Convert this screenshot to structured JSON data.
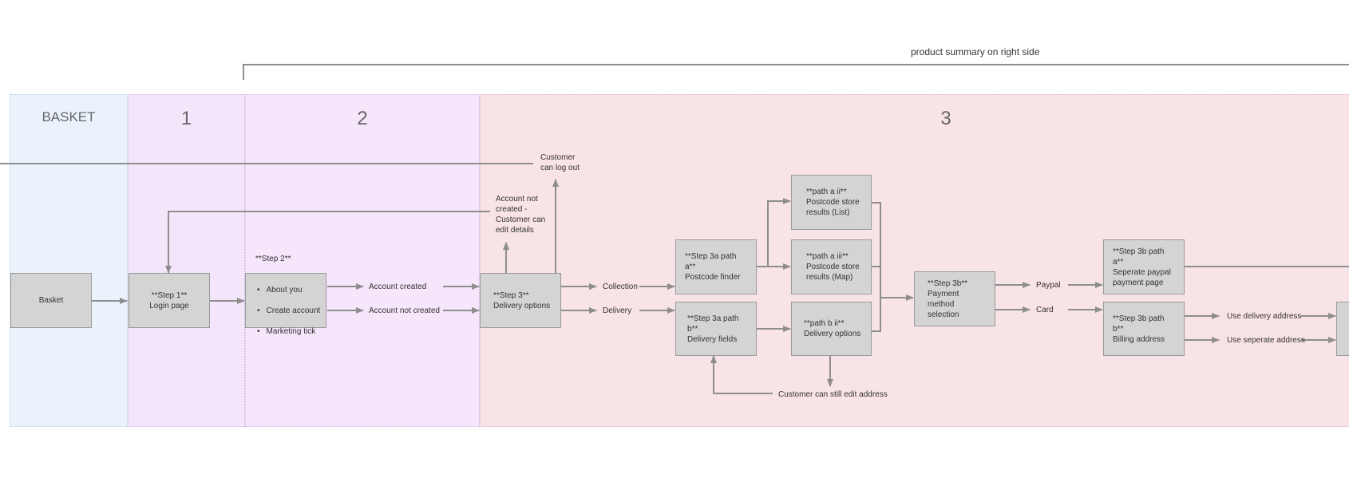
{
  "bracket_label": "product summary on right side",
  "lanes": {
    "basket": {
      "title": "BASKET",
      "color": "#eaf3fc"
    },
    "one": {
      "title": "1",
      "color": "#f3e6fb"
    },
    "two": {
      "title": "2",
      "color": "#f6e6fb"
    },
    "three": {
      "title": "3",
      "color": "#f8e3e6"
    }
  },
  "boxes": {
    "basket": "Basket",
    "step1": "**Step 1**\nLogin page",
    "step2_title": "**Step 2**",
    "step2_items": [
      "About you",
      "Create account",
      "Marketing tick"
    ],
    "step3": "**Step 3**\nDelivery options",
    "step3a_path_a": "**Step 3a path a**\nPostcode finder",
    "step3a_path_b": "**Step 3a path b**\nDelivery fields",
    "path_a_ii": "**path a ii**\nPostcode store\nresults (List)",
    "path_a_iii": "**path a iii**\nPostcode store\nresults (Map)",
    "path_b_ii": "**path b ii**\nDelivery options",
    "step3b": "**Step 3b**\nPayment method\nselection",
    "step3b_path_a": "**Step 3b path a**\nSeperate paypal\npayment page",
    "step3b_path_b": "**Step 3b path b**\nBilling address"
  },
  "labels": {
    "customer_logout": "Customer\ncan log out",
    "account_not_created_edit": "Account not\ncreated -\nCustomer can\nedit details",
    "account_created": "Account created",
    "account_not_created": "Account not created",
    "collection": "Collection",
    "delivery": "Delivery",
    "paypal": "Paypal",
    "card": "Card",
    "use_delivery_address": "Use delivery address",
    "use_separate_address": "Use seperate address",
    "customer_edit_address": "Customer can still edit address"
  },
  "colors": {
    "line": "#8e8e8e",
    "box_fill": "#d4d4d4",
    "box_border": "#9a9a9a"
  }
}
